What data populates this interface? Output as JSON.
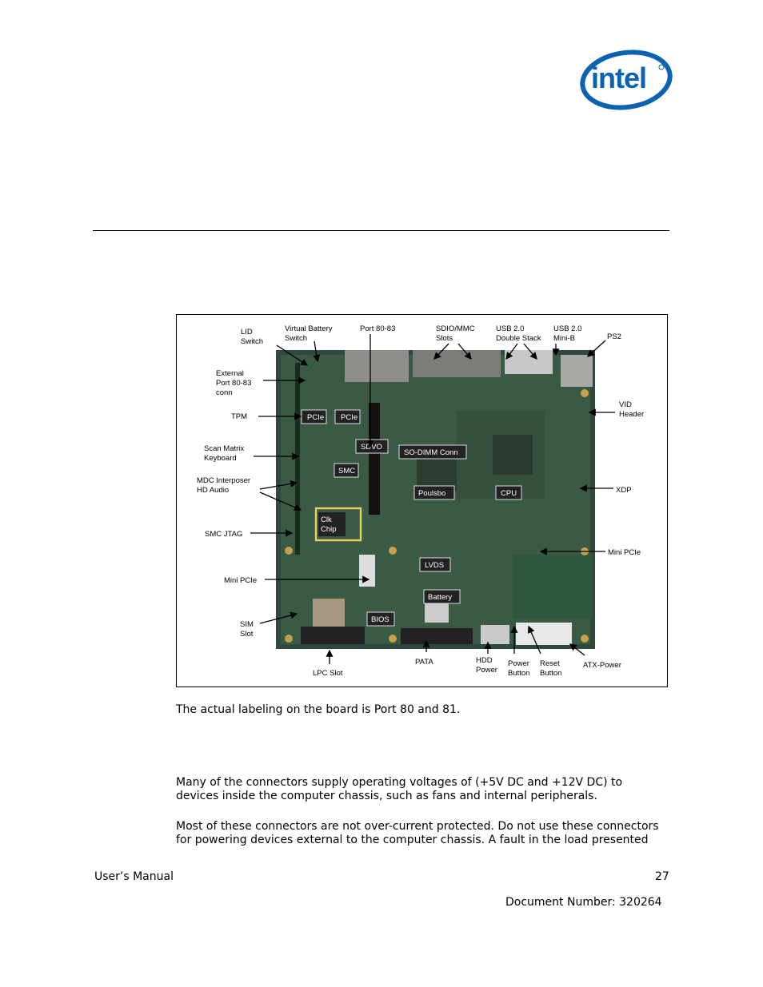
{
  "logo": {
    "text": "intel"
  },
  "figure": {
    "callouts": {
      "lid_switch": [
        "LID",
        "Switch"
      ],
      "virtual_battery": [
        "Virtual Battery",
        "Switch"
      ],
      "port80": [
        "Port 80-83"
      ],
      "sdio": [
        "SDIO/MMC",
        "Slots"
      ],
      "usb_double": [
        "USB 2.0",
        "Double Stack"
      ],
      "usb_mini": [
        "USB 2.0",
        "Mini-B"
      ],
      "ps2": [
        "PS2"
      ],
      "external_port": [
        "External",
        "Port 80-83",
        "conn"
      ],
      "tpm": [
        "TPM"
      ],
      "vid_header": [
        "VID",
        "Header"
      ],
      "scan_matrix": [
        "Scan Matrix",
        "Keyboard"
      ],
      "mdc": [
        "MDC Interposer",
        "HD Audio"
      ],
      "xdp": [
        "XDP"
      ],
      "smc_jtag": [
        "SMC JTAG"
      ],
      "mini_pcie_right": [
        "Mini PCIe"
      ],
      "mini_pcie_left": [
        "Mini PCIe"
      ],
      "sim_slot": [
        "SIM",
        "Slot"
      ],
      "lpc_slot": [
        "LPC Slot"
      ],
      "pata": [
        "PATA"
      ],
      "hdd_power": [
        "HDD",
        "Power"
      ],
      "power_button": [
        "Power",
        "Button"
      ],
      "reset_button": [
        "Reset",
        "Button"
      ],
      "atx_power": [
        "ATX-Power"
      ]
    },
    "board_labels": {
      "pcie1": "PCIe",
      "pcie2": "PCIe",
      "sdvo": "SDVO",
      "sodimm": "SO-DIMM Conn",
      "smc": "SMC",
      "poulsbo": "Poulsbo",
      "cpu": "CPU",
      "clk": [
        "Clk",
        "Chip"
      ],
      "lvds": "LVDS",
      "battery": "Battery",
      "bios": "BIOS"
    }
  },
  "body": {
    "footnote": "The actual labeling on the board is Port 80 and 81.",
    "para1": [
      "Many of the connectors supply operating voltages of (+5V DC and +12V DC) to",
      "devices inside the computer chassis, such as fans and internal peripherals."
    ],
    "para2": [
      "Most of these connectors are not over-current protected. Do not use these connectors",
      "for powering devices external to the computer chassis. A fault in the load presented"
    ]
  },
  "footer": {
    "manual": "User’s Manual",
    "page": "27",
    "docnum": "Document Number: 320264"
  }
}
